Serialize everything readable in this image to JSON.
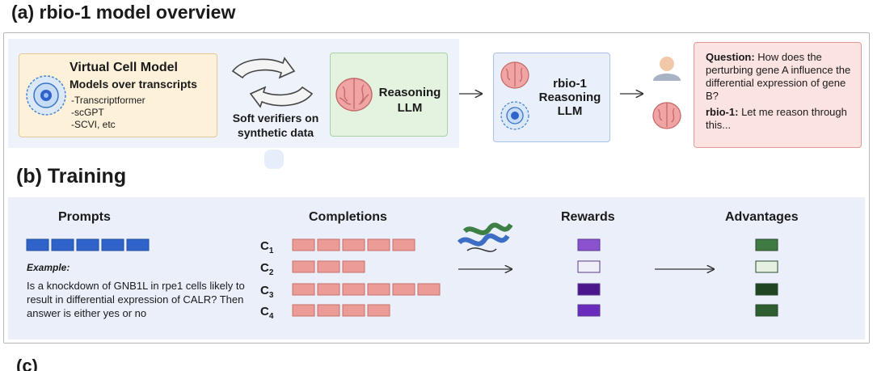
{
  "sections": {
    "a_title": "(a) rbio-1 model overview",
    "b_title": "(b) Training",
    "c_title": "(c)"
  },
  "overview": {
    "virtual_cell": {
      "title": "Virtual Cell Model",
      "subtitle": "Models over transcripts",
      "items": [
        "-Transcriptformer",
        "-scGPT",
        "-SCVI, etc"
      ]
    },
    "verifier_label": "Soft verifiers on synthetic data",
    "reasoning_llm": "Reasoning LLM",
    "rbio_model": "rbio-1 Reasoning LLM",
    "qa": {
      "question_label": "Question:",
      "question_text": " How does the perturbing gene A influence the differential expression of gene B?",
      "answer_label": "rbio-1:",
      "answer_text": " Let me reason through this..."
    },
    "icons": [
      "cell-icon",
      "cycle-arrows-icon",
      "brain-icon",
      "user-icon"
    ]
  },
  "training": {
    "prompts_head": "Prompts",
    "completions_head": "Completions",
    "rewards_head": "Rewards",
    "advantages_head": "Advantages",
    "example_label": "Example:",
    "example_text": "Is a knockdown of GNB1L in rpe1 cells likely to result in differential expression of CALR? Then answer is either yes or no",
    "prompt_token_count": 5,
    "completions": [
      {
        "label": "C",
        "sub": "1",
        "tokens": 5
      },
      {
        "label": "C",
        "sub": "2",
        "tokens": 3
      },
      {
        "label": "C",
        "sub": "3",
        "tokens": 6
      },
      {
        "label": "C",
        "sub": "4",
        "tokens": 4
      }
    ],
    "reward_colors": [
      "#8a52cf",
      "#efeff7",
      "#4b168c",
      "#6a2bbf"
    ],
    "advantage_colors": [
      "#3f7a43",
      "#e4f1e1",
      "#1f4522",
      "#2e5d32"
    ],
    "colors": {
      "prompt_token": "#2f63c9",
      "completion_token": "#ec9c96",
      "completion_token_border": "#c8706b"
    }
  }
}
